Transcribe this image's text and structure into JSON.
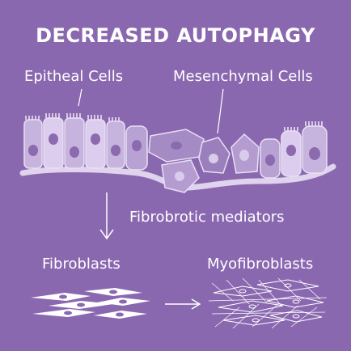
{
  "title": "DECREASED AUTOPHAGY",
  "labels": {
    "epithelial": "Epitheal Cells",
    "mesenchymal": "Mesenchymal Cells",
    "mediators": "Fibrobrotic mediators",
    "fibroblasts": "Fibroblasts",
    "myofibroblasts": "Myofibroblasts"
  },
  "colors": {
    "background": "#8a68b0",
    "cell_fill": "#c7b4de",
    "cell_light": "#efe7f7",
    "nucleus": "#8c6aae",
    "text": "#ffffff"
  }
}
